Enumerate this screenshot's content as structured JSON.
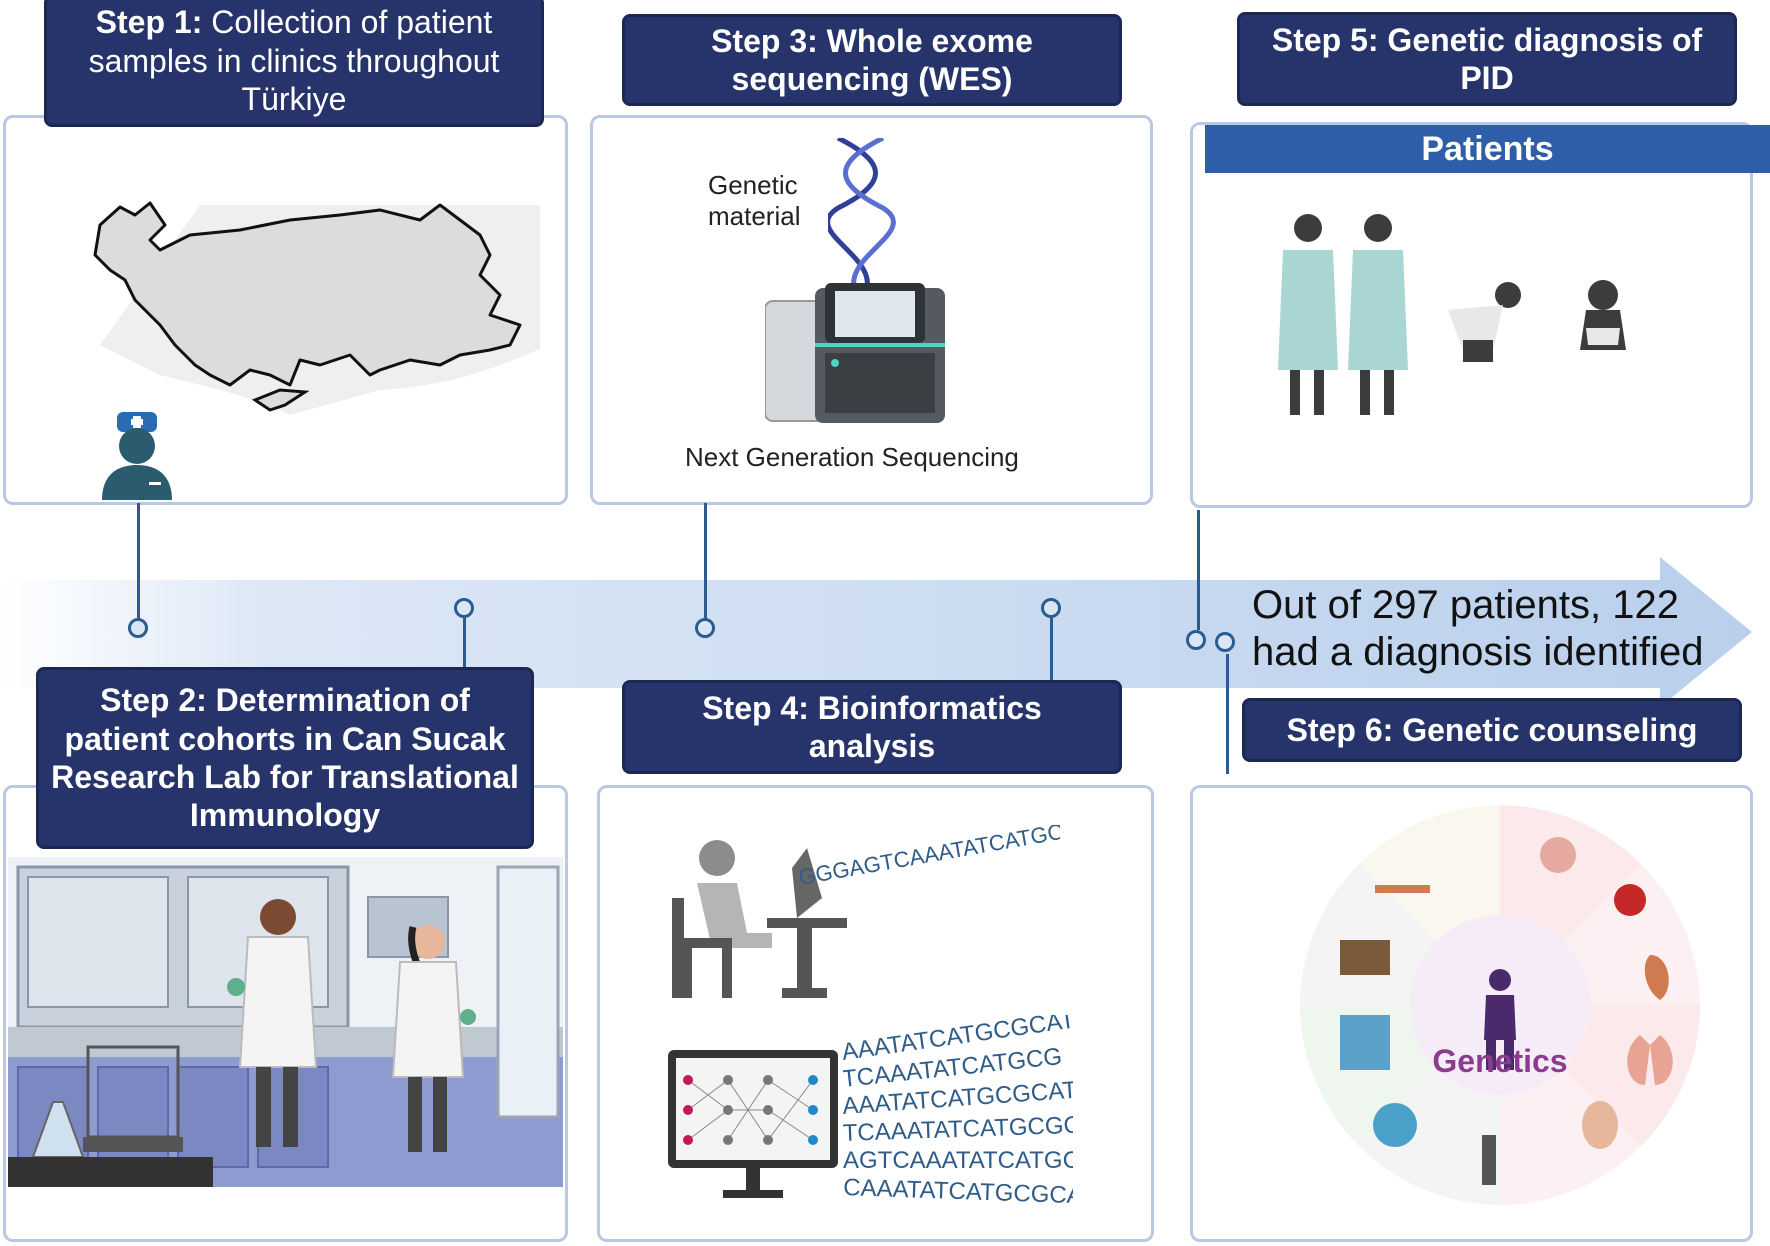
{
  "steps": [
    {
      "label": "Step 1:",
      "text": "Collection of patient samples in clinics throughout Türkiye"
    },
    {
      "label": "Step 2:",
      "text": "Determination of patient cohorts in Can Sucak Research Lab for Translational Immunology"
    },
    {
      "label": "Step 3:",
      "text": "Whole exome sequencing (WES)"
    },
    {
      "label": "Step 4:",
      "text": "Bioinformatics analysis"
    },
    {
      "label": "Step 5:",
      "text": "Genetic diagnosis of PID"
    },
    {
      "label": "Step 6:",
      "text": "Genetic counseling"
    }
  ],
  "step3": {
    "genetic_material": "Genetic material",
    "ngs": "Next Generation Sequencing"
  },
  "step4": {
    "sequence_top": "GGGAGTCAAATATCATGCGCAT",
    "sequence_rows": [
      "AAATATCATGCGCAT",
      "TCAAATATCATGCG",
      "AAATATCATGCGCAT",
      "TCAAATATCATGCGCAT",
      "AGTCAAATATCATGCG",
      "CAAATATCATGCGCAT"
    ]
  },
  "step5": {
    "patients_title": "Patients"
  },
  "result": {
    "line1": "Out of 297 patients, 122",
    "line2": "had a diagnosis identified"
  },
  "step6": {
    "center_label": "Genetics"
  },
  "colors": {
    "header_bg": "#27346b",
    "panel_border": "#b9c8e3",
    "arrow": "#c9d9ef",
    "patients_bar": "#2f5ea8",
    "genetics_text": "#8a3d8f"
  }
}
